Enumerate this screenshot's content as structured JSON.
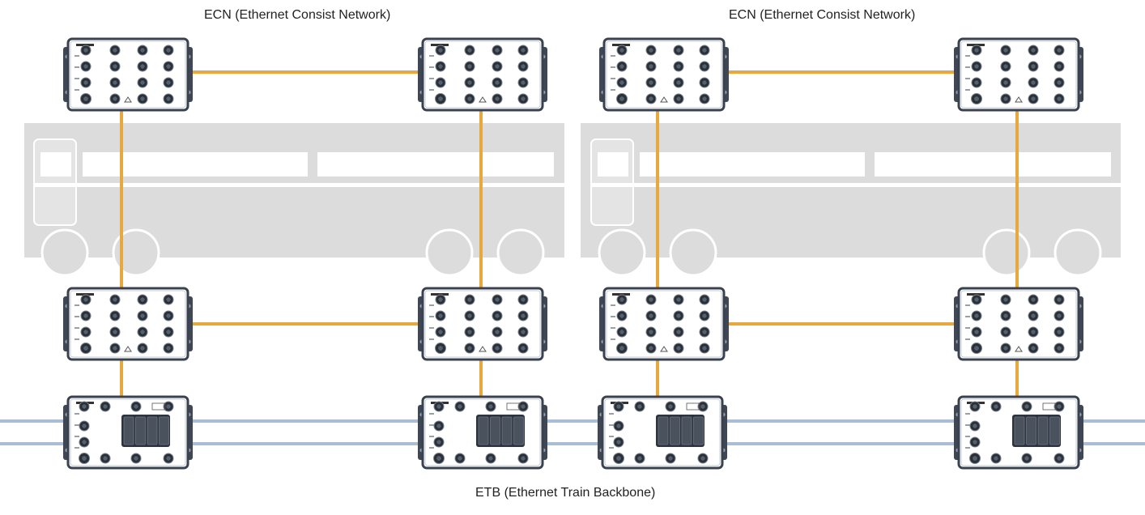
{
  "labels": {
    "ecn_left": "ECN (Ethernet Consist Network)",
    "ecn_right": "ECN (Ethernet Consist Network)",
    "etb": "ETB (Ethernet Train Backbone)"
  },
  "colors": {
    "ecn_link": "#e8a840",
    "etb_line": "#a9bdd6",
    "train_body": "#dcdcdc",
    "device_body": "#ffffff",
    "device_border": "#3a4250",
    "device_port": "#2b2f36"
  },
  "icons": {
    "ecn_switch": "ecn-switch-icon",
    "etb_router": "etb-router-icon"
  }
}
